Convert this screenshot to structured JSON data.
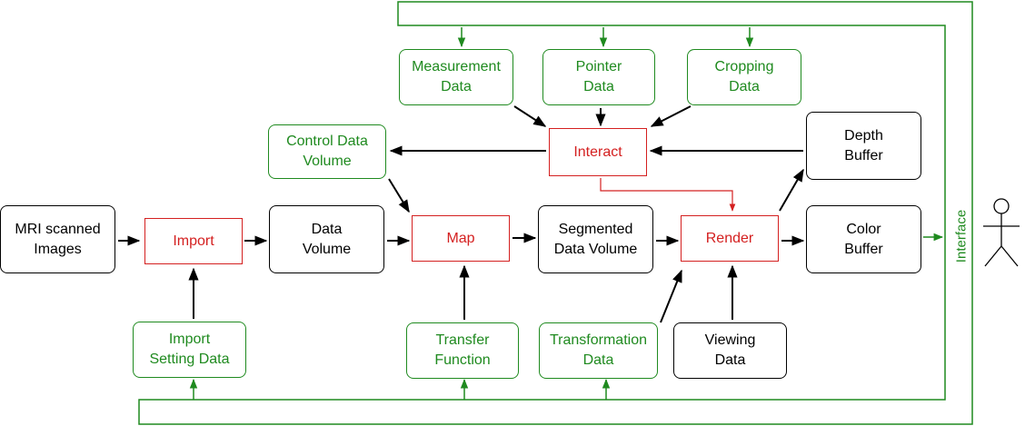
{
  "colors": {
    "data": "#000000",
    "interface_data": "#1f8a1f",
    "process": "#d42020"
  },
  "nodes": {
    "mri": [
      "MRI scanned",
      "Images"
    ],
    "import": [
      "Import"
    ],
    "data_volume": [
      "Data",
      "Volume"
    ],
    "map": [
      "Map"
    ],
    "segmented": [
      "Segmented",
      "Data Volume"
    ],
    "render": [
      "Render"
    ],
    "color_buffer": [
      "Color",
      "Buffer"
    ],
    "depth_buffer": [
      "Depth",
      "Buffer"
    ],
    "interact": [
      "Interact"
    ],
    "control_data": [
      "Control Data",
      "Volume"
    ],
    "measurement": [
      "Measurement",
      "Data"
    ],
    "pointer": [
      "Pointer",
      "Data"
    ],
    "cropping": [
      "Cropping",
      "Data"
    ],
    "import_setting": [
      "Import",
      "Setting Data"
    ],
    "transfer": [
      "Transfer",
      "Function"
    ],
    "transformation": [
      "Transformation",
      "Data"
    ],
    "viewing": [
      "Viewing",
      "Data"
    ]
  },
  "interface_label": "Interface",
  "user_icon": "stick-figure-user-icon"
}
